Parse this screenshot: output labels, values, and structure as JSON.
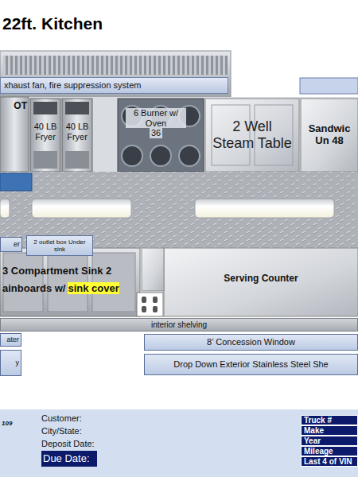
{
  "diagram": {
    "title": "22ft. Kitchen",
    "nodes": [
      {
        "text": [
          "xhaust fan, fire suppression system"
        ]
      },
      {
        "text": [
          "OT"
        ]
      },
      {
        "text": [
          "40 LB Fryer"
        ]
      },
      {
        "text": [
          "40 LB Fryer"
        ]
      },
      {
        "text": [
          "6 Burner w/ Oven",
          "36"
        ]
      },
      {
        "text": [
          "2 Well Steam Table"
        ]
      },
      {
        "text": [
          "Sandwic Un 48"
        ]
      },
      {
        "text": [
          "er"
        ]
      },
      {
        "text": [
          "2 outlet box Under sink"
        ]
      },
      {
        "text": [
          "3 Compartment Sink 2",
          "ainboards w/",
          "sink cover"
        ]
      },
      {
        "text": [
          "Serving Counter"
        ]
      },
      {
        "text": [
          "interior shelving"
        ]
      },
      {
        "text": [
          "ater"
        ]
      },
      {
        "text": [
          "8’ Concession Window"
        ]
      },
      {
        "text": [
          "y"
        ]
      },
      {
        "text": [
          "Drop Down Exterior Stainless Steel She"
        ]
      },
      {
        "text": [
          "Due Date:"
        ]
      }
    ],
    "labels": [
      "109",
      "Customer:",
      "City/State:",
      "Deposit Date:",
      "Truck #",
      "Make",
      "Year",
      "Mileage",
      "Last 4 of VIN"
    ]
  }
}
